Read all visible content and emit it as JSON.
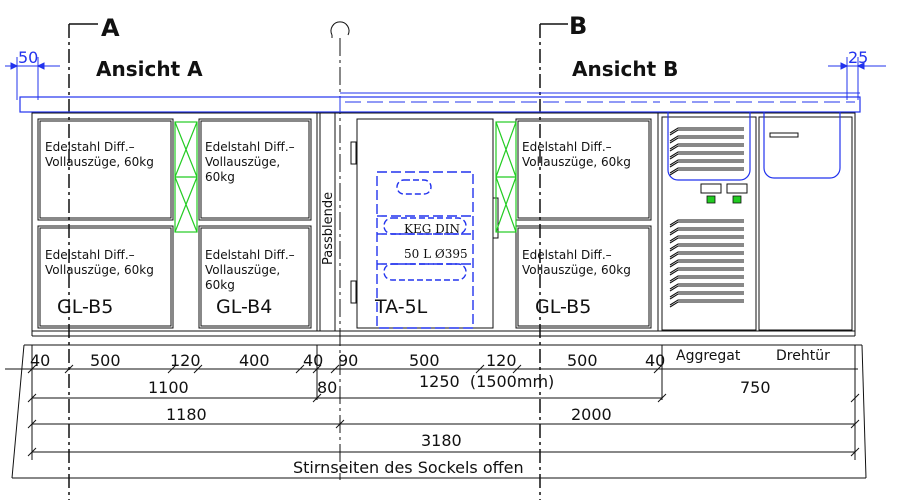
{
  "views": {
    "a_letter": "A",
    "b_letter": "B",
    "a_title": "Ansicht A",
    "b_title": "Ansicht B"
  },
  "overhang": {
    "left": "50",
    "right": "25"
  },
  "drawer_label": {
    "line1": "Edelstahl Diff.–",
    "line2": "Vollauszüge, 60kg"
  },
  "drawer_label_split": {
    "line1": "Edelstahl Diff.–",
    "line2": "Vollauszüge,",
    "line3": "60kg"
  },
  "module_codes": [
    "GL-B5",
    "GL-B4",
    "TA-5L",
    "GL-B5"
  ],
  "passblende": "Passblende",
  "keg": {
    "line1": "KEG DIN",
    "line2": "50 L Ø395"
  },
  "aggregat_labels": [
    "Aggregat",
    "Drehtür"
  ],
  "dims_row1": [
    "40",
    "500",
    "120",
    "400",
    "40",
    "90",
    "500",
    "120",
    "500",
    "40"
  ],
  "dims_row2": {
    "left": "1100",
    "mid": "80",
    "center": "1250  (1500mm)",
    "right": "750"
  },
  "dims_row3": {
    "left": "1180",
    "right": "2000"
  },
  "dims_total": "3180",
  "footer_note": "Stirnseiten des Sockels offen",
  "colors": {
    "line": "#111111",
    "blue": "#2233ee",
    "green": "#22cc22"
  }
}
